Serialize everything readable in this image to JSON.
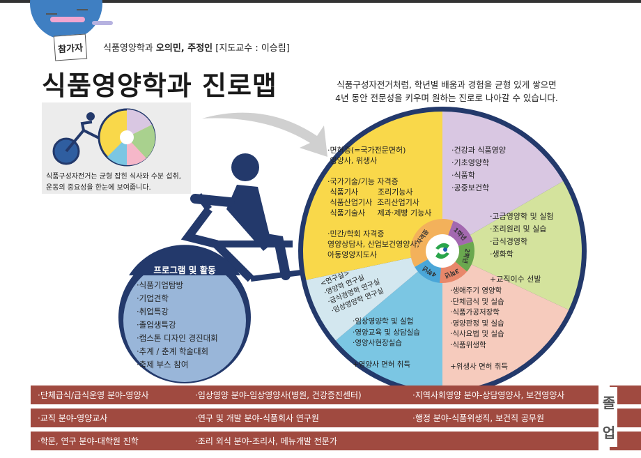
{
  "header": {
    "badge": "참가자",
    "dept": "식품영양학과",
    "students": "오의민, 주정인",
    "advisor": "[지도교수 : 이승림]",
    "title": "식품영양학과 진로맵"
  },
  "intro": {
    "line1": "식품구성자전거처럼, 학년별 배움과 경험을 균형 있게 쌓으면",
    "line2": "4년 동안 전문성을 키우며 원하는 진로로 나아갈 수 있습니다."
  },
  "food_bike": {
    "caption1": "식품구성자전거는 균형 잡힌 식사와 수분 섭취,",
    "caption2": "운동의 중요성을 한눈에 보여줍니다."
  },
  "wheel": {
    "colors": {
      "yellow": "#f9d84a",
      "purple": "#d9c7e2",
      "green": "#d4e39d",
      "pink": "#f6cbbd",
      "blue": "#7bc6e3",
      "lightblue": "#d3e7ef",
      "rim": "#23396b"
    },
    "ring_labels": [
      "자격증",
      "1학년",
      "2학년",
      "3학년",
      "4학년"
    ],
    "cert": "·면허증(=국가전문면허)\n 영양사, 위생사\n\n·국가기술/기능 자격증\n 식품기사        조리기능사\n 식품산업기사  조리산업기사\n 식품기술사     제과·제빵 기능사\n\n·민간/학회 자격증\n영양상담사, 산업보건영양사,\n아동영양지도사",
    "year1": "·건강과 식품영양\n·기초영양학\n·식품학\n·공중보건학",
    "year2": "·고급영양학 및 실험\n·조리원리 및 실습\n·급식경영학\n·생화학\n\n+교직이수 선발",
    "year3": "·생애주기 영양학\n·단체급식 및 실습\n·식품가공저장학\n·영양판정 및 실습\n·식사요법 및 실습\n·식품위생학\n\n+위생사 면허 취득",
    "year4": "·임상영양학 및 실험\n·영양교육 및 상담실습\n·영양사현장실습\n\n+영양사 면허 취득",
    "lab": "<연구실>\n·영양학 연구실\n·급식경영학 연구실\n·임상영양학 연구실"
  },
  "program": {
    "title": "프로그램 및 활동",
    "items": [
      "·식품기업탐방",
      "·기업견학",
      "·취업특강",
      "·졸업생특강",
      "·캡스톤 디자인 경진대회",
      "·추계 / 춘계 학술대회",
      "·축제 부스 참여"
    ]
  },
  "careers": [
    [
      "·단체급식/급식운영 분야-영양사",
      "·임상영양 분야-임상영양사(병원, 건강증진센터)",
      "·지역사회영양 분야-상담영양사, 보건영양사"
    ],
    [
      "·교직 분야-영양교사",
      "·연구 및 개발 분야-식품회사 연구원",
      "·행정 분야-식품위생직, 보건직 공무원"
    ],
    [
      "·학문, 연구 분야-대학원 진학",
      "·조리 외식 분야-조리사, 메뉴개발 전문가",
      ""
    ]
  ],
  "graduation": [
    "졸",
    "업"
  ]
}
